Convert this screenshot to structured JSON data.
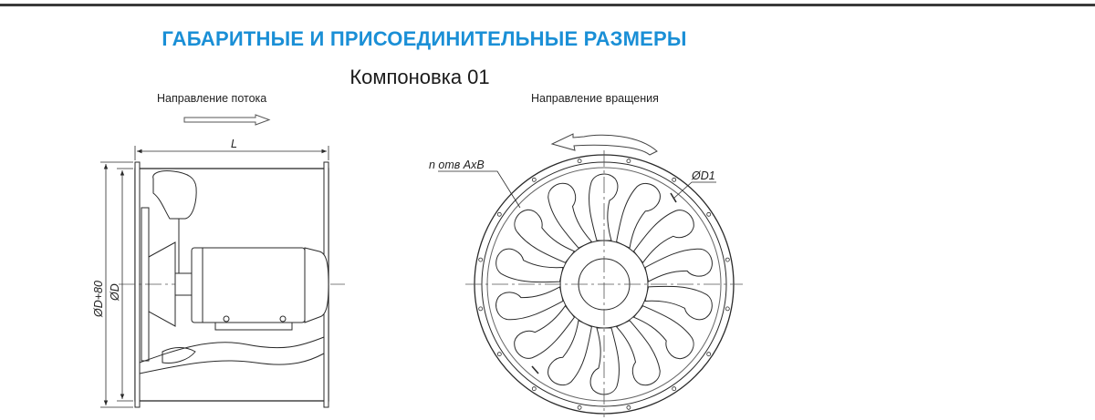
{
  "colors": {
    "title": "#1a8fd6",
    "line": "#2a2a2a",
    "center": "#555555"
  },
  "heading": {
    "title": "ГАБАРИТНЫЕ И ПРИСОЕДИНИТЕЛЬНЫЕ РАЗМЕРЫ",
    "subtitle": "Компоновка 01"
  },
  "side_view": {
    "flow_label": "Направление потока",
    "dim_length": "L",
    "dim_outer": "ØD+80",
    "dim_inner": "ØD"
  },
  "front_view": {
    "rotation_label": "Направление вращения",
    "holes_label": "n отв AxB",
    "dim_bolt_circle": "ØD1",
    "blade_count": 14
  }
}
